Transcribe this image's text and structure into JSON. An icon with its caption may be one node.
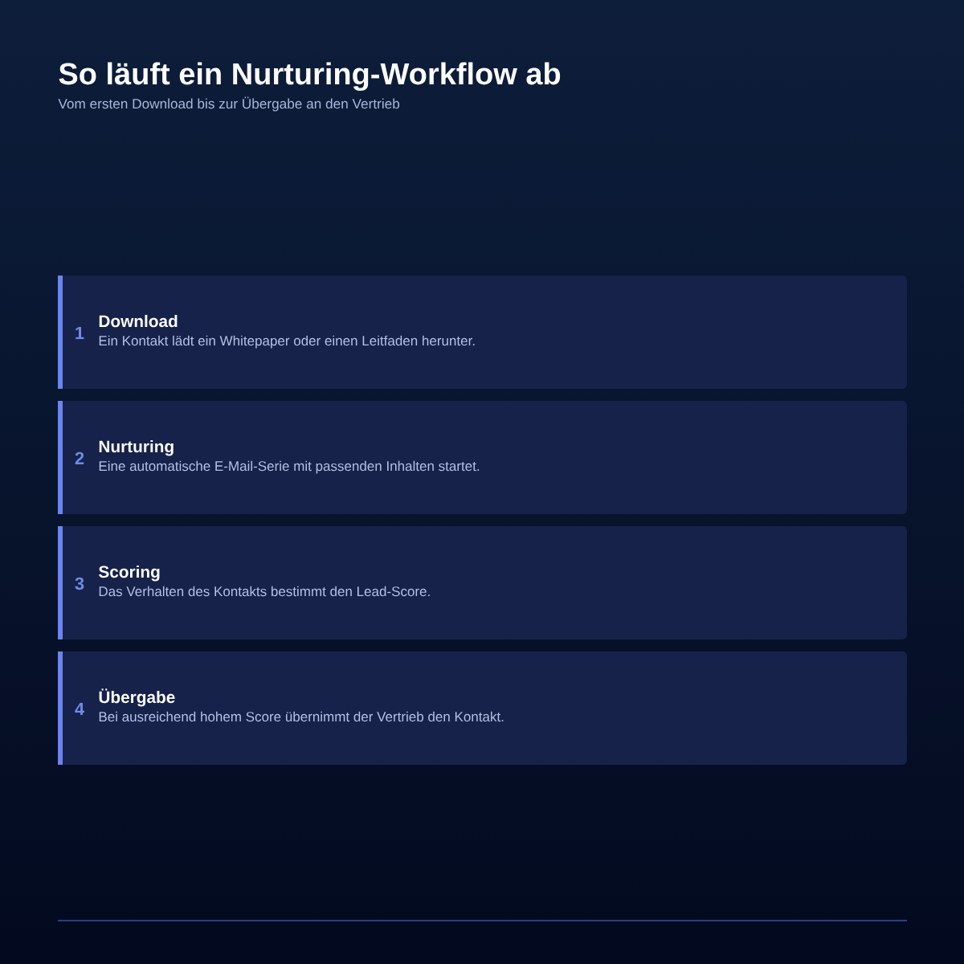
{
  "diagram": {
    "title": "So läuft ein Nurturing-Workflow ab",
    "nodes": [
      {
        "text": [
          "1",
          "Download",
          "Ein Kontakt lädt ein Whitepaper oder einen Leitfaden herunter."
        ]
      },
      {
        "text": [
          "2",
          "Nurturing",
          "Eine automatische E-Mail-Serie mit passenden Inhalten startet."
        ]
      },
      {
        "text": [
          "3",
          "Scoring",
          "Das Verhalten des Kontakts bestimmt den Lead-Score."
        ]
      },
      {
        "text": [
          "4",
          "Übergabe",
          "Bei ausreichend hohem Score übernimmt der Vertrieb den Kontakt."
        ]
      }
    ],
    "labels": [
      "Vom ersten Download bis zur Übergabe an den Vertrieb"
    ]
  }
}
